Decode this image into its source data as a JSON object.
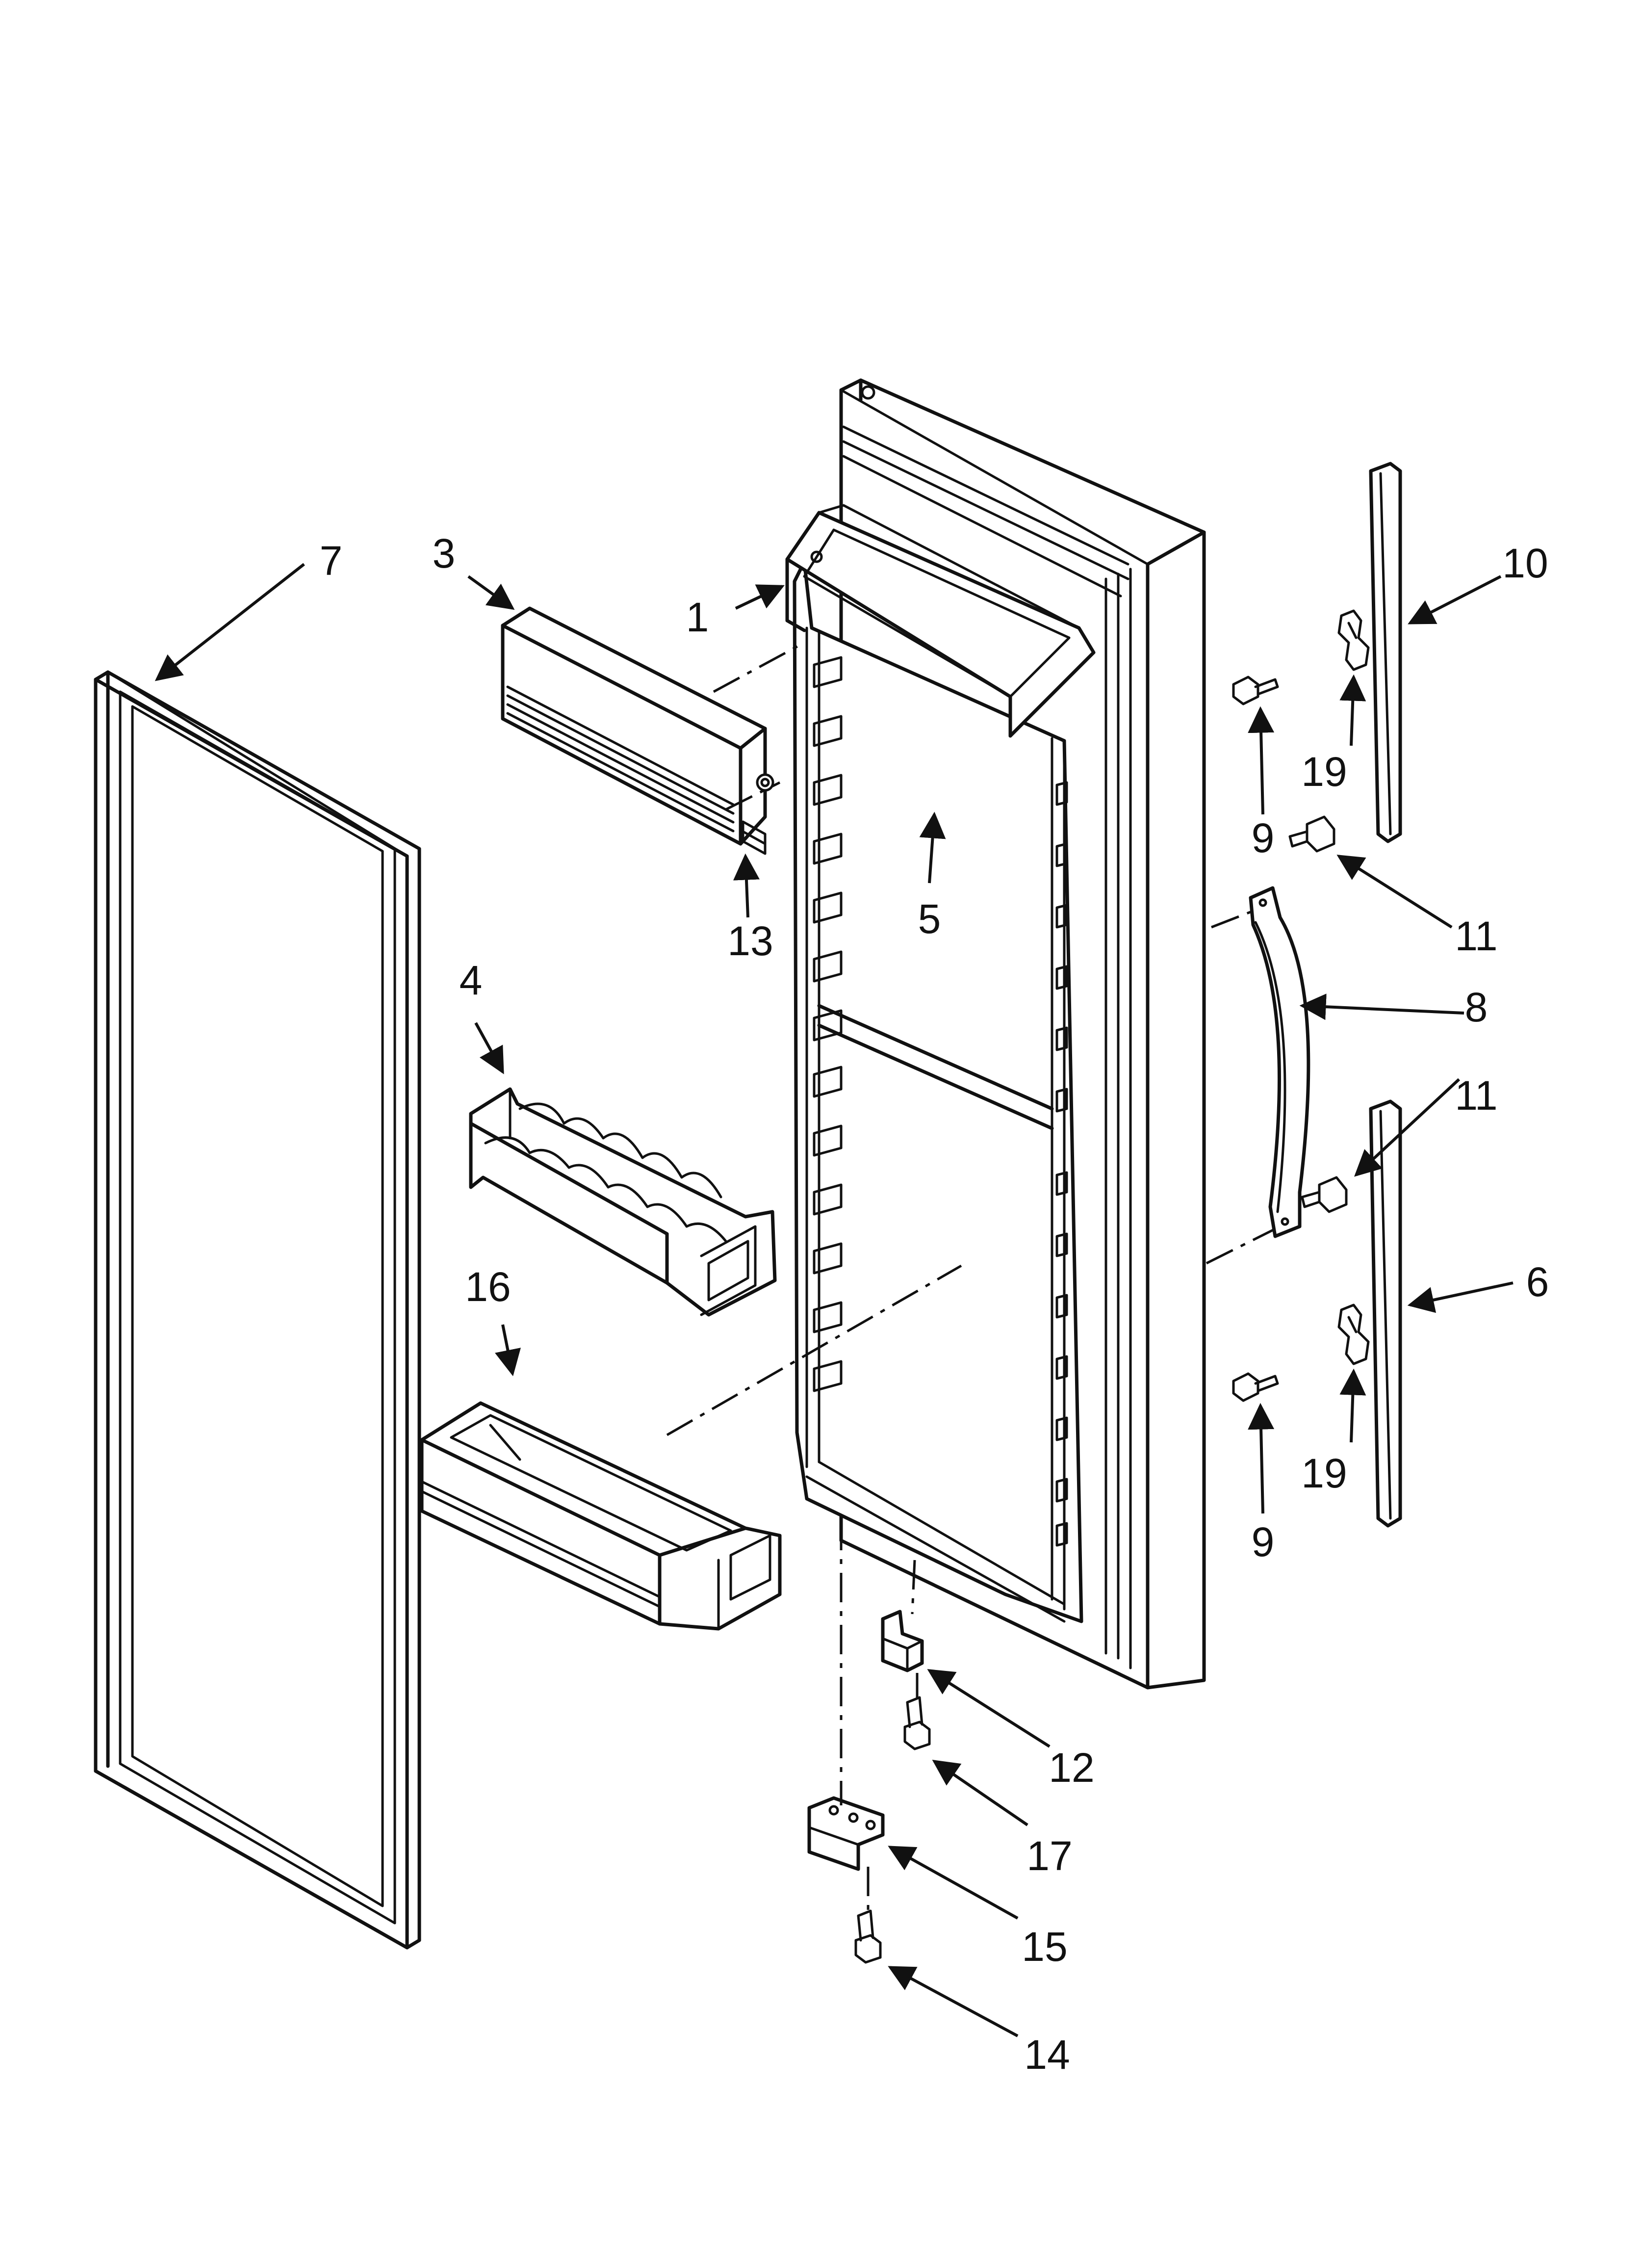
{
  "callouts": [
    {
      "id": "1",
      "label": "1"
    },
    {
      "id": "3",
      "label": "3"
    },
    {
      "id": "4",
      "label": "4"
    },
    {
      "id": "5",
      "label": "5"
    },
    {
      "id": "6",
      "label": "6"
    },
    {
      "id": "7",
      "label": "7"
    },
    {
      "id": "8",
      "label": "8"
    },
    {
      "id": "9a",
      "label": "9"
    },
    {
      "id": "9b",
      "label": "9"
    },
    {
      "id": "10",
      "label": "10"
    },
    {
      "id": "11a",
      "label": "11"
    },
    {
      "id": "11b",
      "label": "11"
    },
    {
      "id": "12",
      "label": "12"
    },
    {
      "id": "13",
      "label": "13"
    },
    {
      "id": "14",
      "label": "14"
    },
    {
      "id": "15",
      "label": "15"
    },
    {
      "id": "16",
      "label": "16"
    },
    {
      "id": "17",
      "label": "17"
    },
    {
      "id": "19a",
      "label": "19"
    },
    {
      "id": "19b",
      "label": "19"
    }
  ]
}
